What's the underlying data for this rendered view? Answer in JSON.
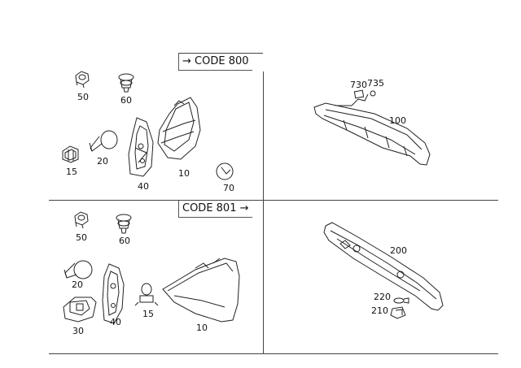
{
  "panels": {
    "code800": {
      "title": "→ CODE 800",
      "callouts": [
        "50",
        "60",
        "15",
        "20",
        "40",
        "10",
        "70"
      ]
    },
    "code801": {
      "title": "CODE 801 →",
      "callouts": [
        "50",
        "60",
        "20",
        "30",
        "40",
        "15",
        "10"
      ]
    },
    "upper_right": {
      "callouts": [
        "730",
        "735",
        "100"
      ]
    },
    "lower_right": {
      "callouts": [
        "200",
        "220",
        "210"
      ]
    }
  }
}
